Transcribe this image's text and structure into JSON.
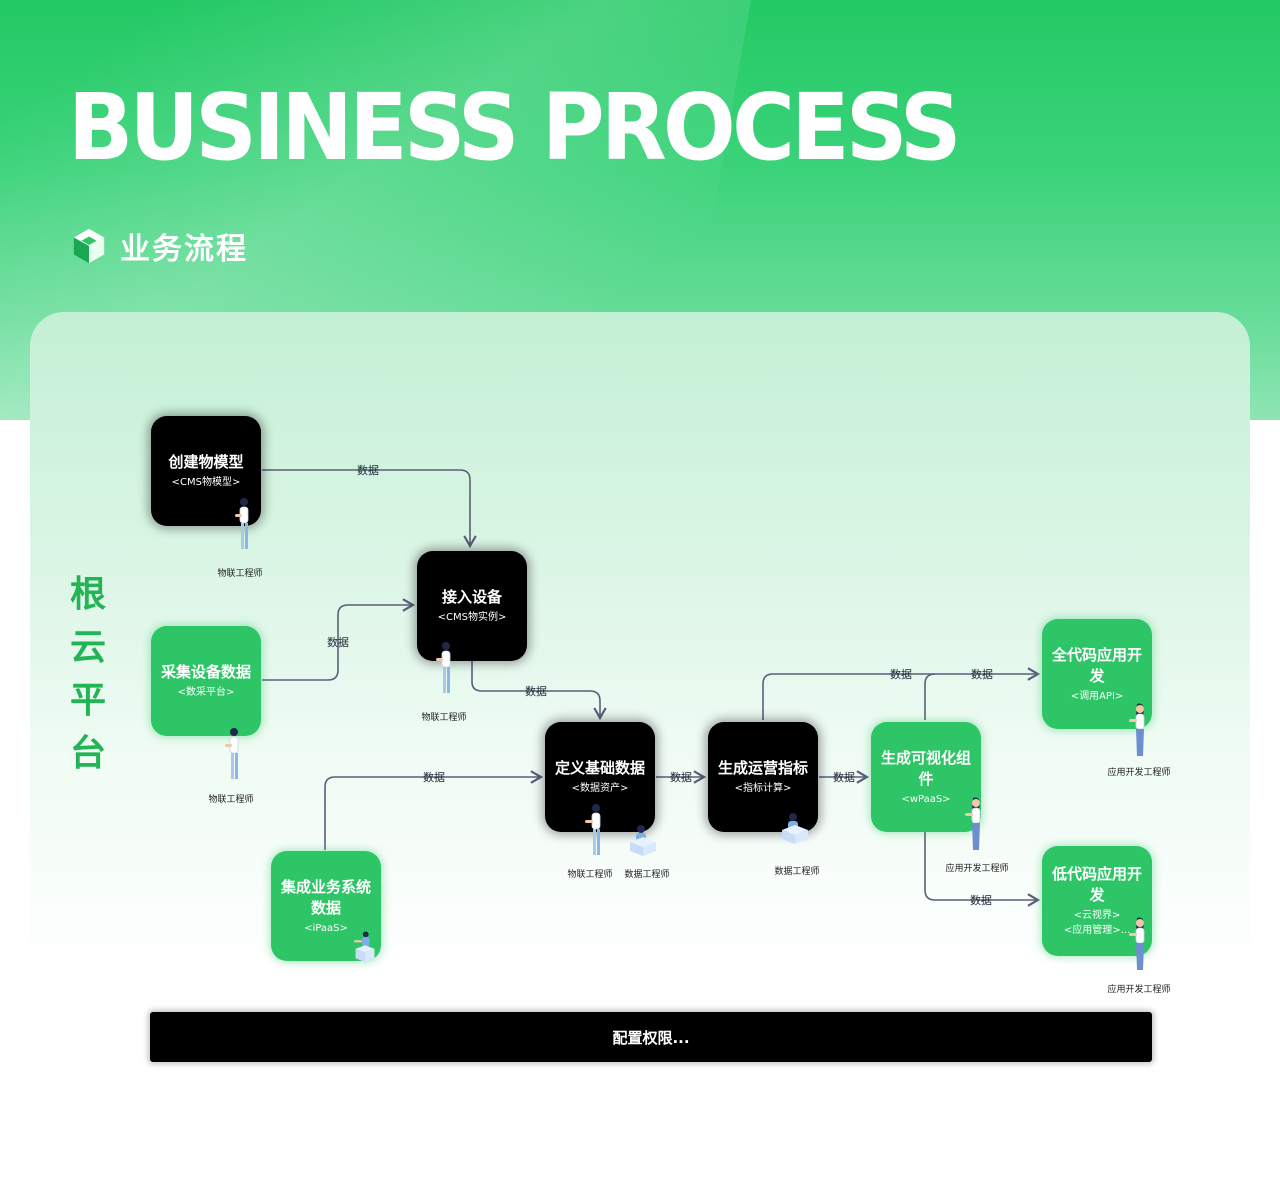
{
  "header": {
    "title": "BUSINESS PROCESS",
    "subtitle": "业务流程"
  },
  "side_label": [
    "根",
    "云",
    "平",
    "台"
  ],
  "nodes": {
    "create_model": {
      "title": "创建物模型",
      "sub": "<CMS物模型>",
      "role": "物联工程师"
    },
    "collect_data": {
      "title": "采集设备数据",
      "sub": "<数采平台>",
      "role": "物联工程师"
    },
    "access_device": {
      "title": "接入设备",
      "sub": "<CMS物实例>",
      "role": "物联工程师"
    },
    "integrate": {
      "title": "集成业务系统数据",
      "sub": "<iPaaS>"
    },
    "define_data": {
      "title": "定义基础数据",
      "sub": "<数据资产>",
      "roles": [
        "物联工程师",
        "数据工程师"
      ]
    },
    "ops_metrics": {
      "title": "生成运营指标",
      "sub": "<指标计算>",
      "role": "数据工程师"
    },
    "visual": {
      "title": "生成可视化组件",
      "sub": "<wPaaS>",
      "role": "应用开发工程师"
    },
    "fullcode": {
      "title": "全代码应用开发",
      "sub": "<调用API>",
      "role": "应用开发工程师"
    },
    "lowcode": {
      "title": "低代码应用开发",
      "sub": "<云视界>",
      "sub2": "<应用管理>...",
      "role": "应用开发工程师"
    }
  },
  "edge_label": "数据",
  "bottom_bar": {
    "label": "配置权限..."
  },
  "colors": {
    "green": "#2ec566",
    "dark": "#000000",
    "accent_text": "#22b455",
    "line": "#5a5f7a"
  }
}
